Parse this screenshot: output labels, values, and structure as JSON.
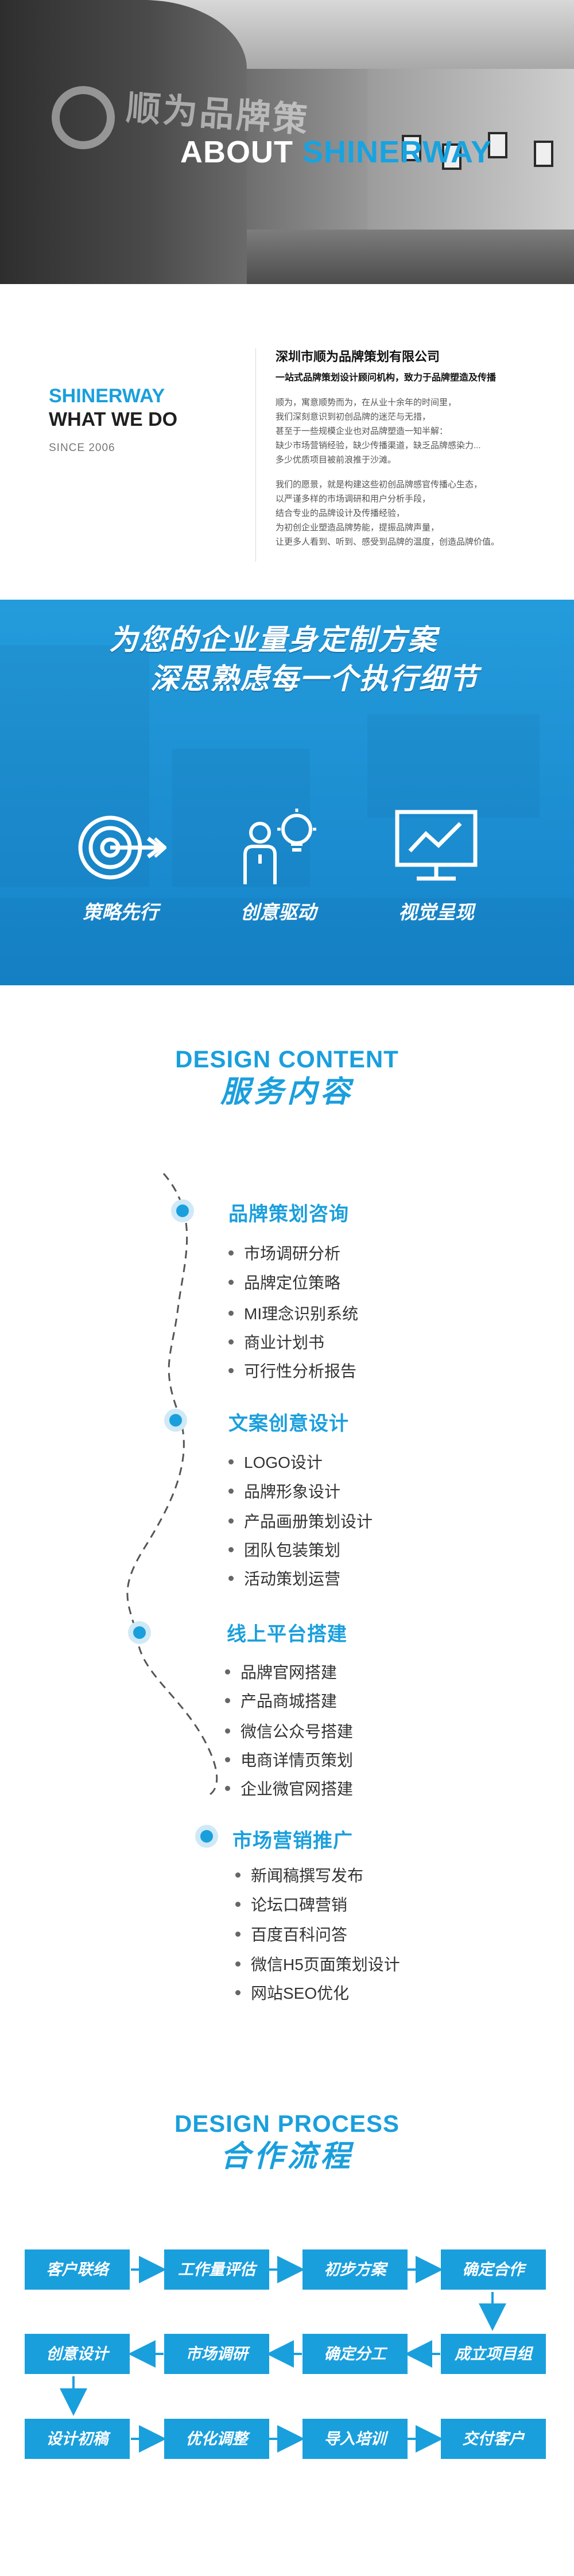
{
  "hero": {
    "wall_sign": "顺为品牌策",
    "about_prefix": "ABOUT",
    "about_accent": "SHINERWAY"
  },
  "about": {
    "brand_line1": "SHINERWAY",
    "brand_line2": "WHAT WE DO",
    "since": "SINCE 2006",
    "company_name": "深圳市顺为品牌策划有限公司",
    "slogan": "一站式品牌策划设计顾问机构，致力于品牌塑造及传播",
    "para1": [
      "顺为，寓意顺势而为，在从业十余年的时间里，",
      "我们深刻意识到初创品牌的迷茫与无措，",
      "甚至于一些规模企业也对品牌塑造一知半解：",
      "缺少市场营销经验，缺少传播渠道，缺乏品牌感染力...",
      "多少优质项目被前浪推于沙滩。"
    ],
    "para2": [
      "我们的愿景，就是构建这些初创品牌感官传播心生态，",
      "以严谨多样的市场调研和用户分析手段，",
      "结合专业的品牌设计及传播经验，",
      "为初创企业塑造品牌势能，提振品牌声量，",
      "让更多人看到、听到、感受到品牌的温度，创造品牌价值。"
    ]
  },
  "banner": {
    "headline1": "为您的企业量身定制方案",
    "headline2": "深思熟虑每一个执行细节",
    "features": [
      {
        "label": "策略先行",
        "icon": "target-arrow-icon"
      },
      {
        "label": "创意驱动",
        "icon": "person-lightbulb-icon"
      },
      {
        "label": "视觉呈现",
        "icon": "monitor-chart-icon"
      }
    ]
  },
  "services": {
    "title_en": "DESIGN CONTENT",
    "title_cn": "服务内容",
    "categories": [
      {
        "title": "品牌策划咨询",
        "items": [
          "市场调研分析",
          "品牌定位策略",
          "MI理念识别系统",
          "商业计划书",
          "可行性分析报告"
        ]
      },
      {
        "title": "文案创意设计",
        "items": [
          "LOGO设计",
          "品牌形象设计",
          "产品画册策划设计",
          "团队包装策划",
          "活动策划运营"
        ]
      },
      {
        "title": "线上平台搭建",
        "items": [
          "品牌官网搭建",
          "产品商城搭建",
          "微信公众号搭建",
          "电商详情页策划",
          "企业微官网搭建"
        ]
      },
      {
        "title": "市场营销推广",
        "items": [
          "新闻稿撰写发布",
          "论坛口碑营销",
          "百度百科问答",
          "微信H5页面策划设计",
          "网站SEO优化"
        ]
      }
    ]
  },
  "process": {
    "title_en": "DESIGN PROCESS",
    "title_cn": "合作流程",
    "row1": [
      "客户联络",
      "工作量评估",
      "初步方案",
      "确定合作"
    ],
    "row2": [
      "创意设计",
      "市场调研",
      "确定分工",
      "成立项目组"
    ],
    "row3": [
      "设计初稿",
      "优化调整",
      "导入培训",
      "交付客户"
    ]
  },
  "colors": {
    "accent": "#1a9fdd",
    "text": "#333333"
  }
}
